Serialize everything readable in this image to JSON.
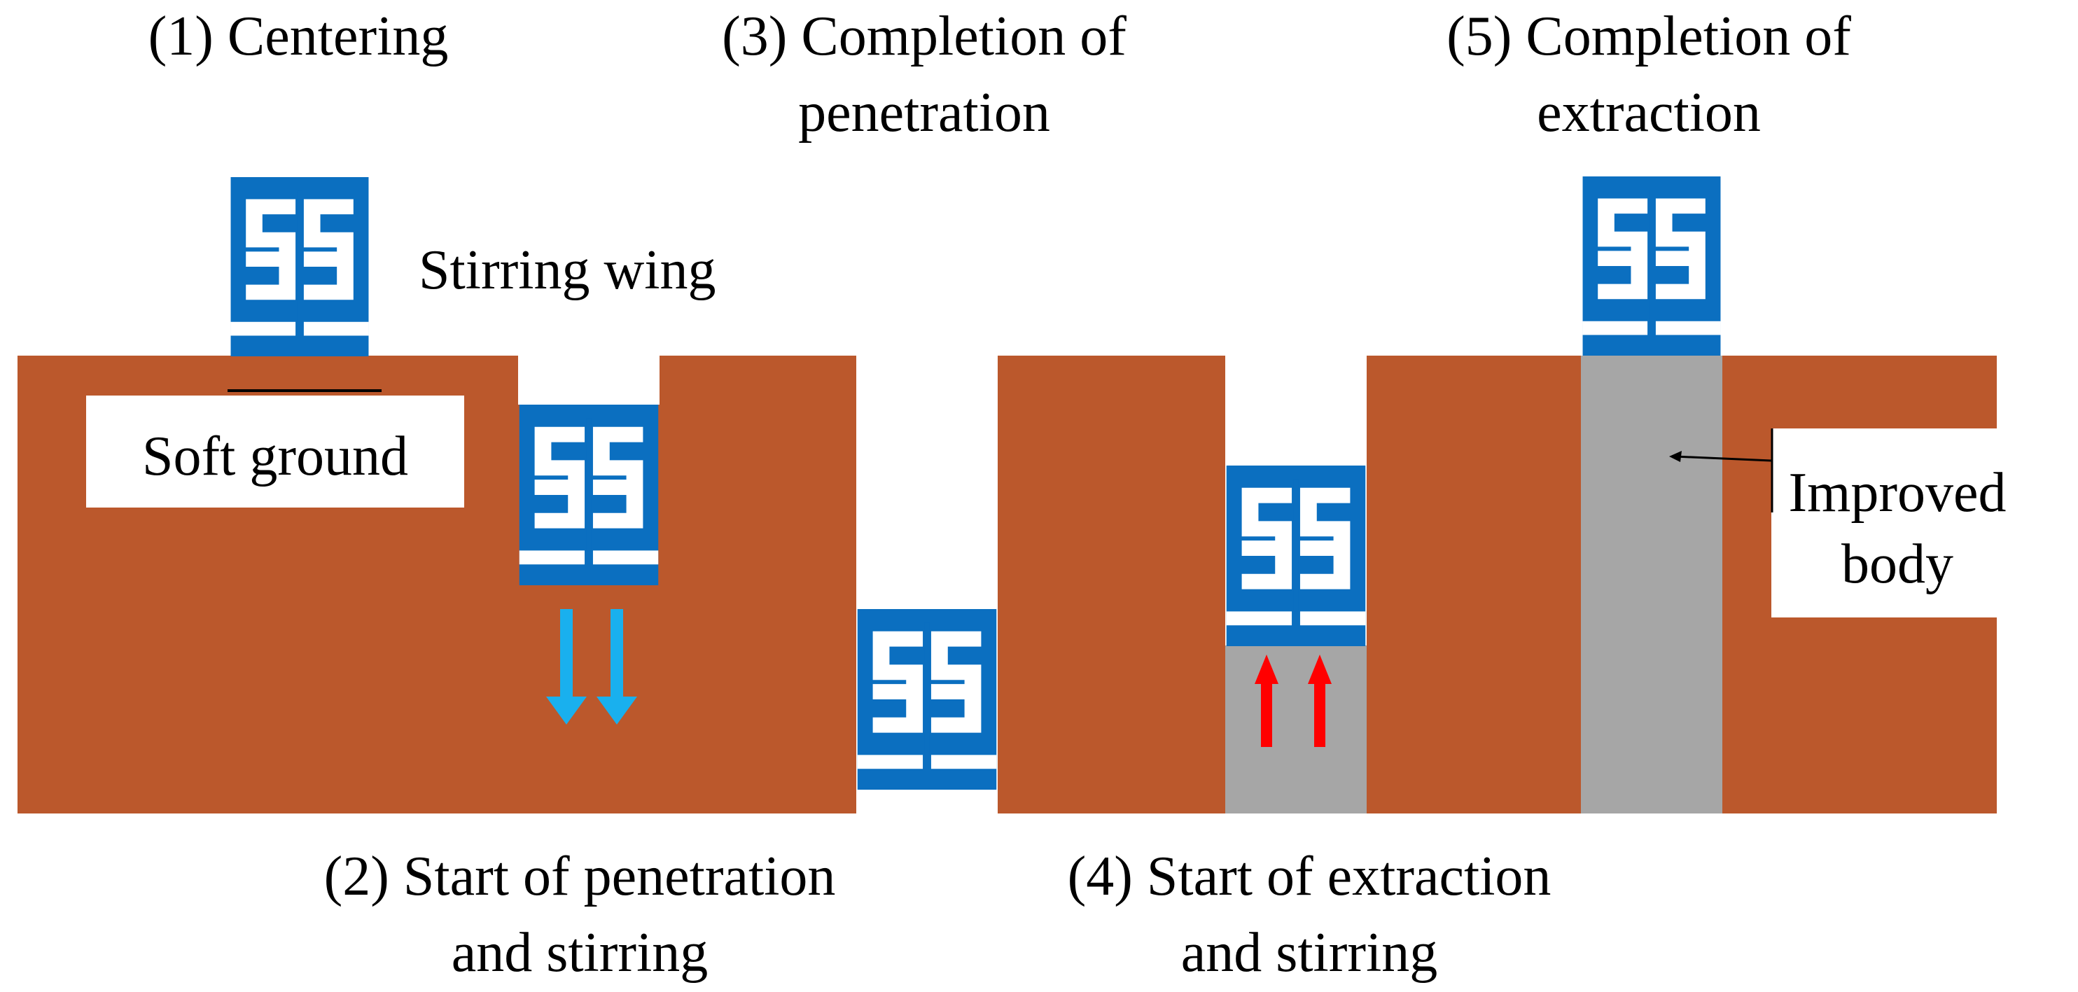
{
  "colors": {
    "soil": "#bb582c",
    "improved": "#a6a6a6",
    "wing_blue": "#0b6fc0",
    "arrow_down": "#19b0ee",
    "arrow_up": "#ff0000",
    "background": "#ffffff"
  },
  "steps": {
    "s1": {
      "line1": "(1) Centering"
    },
    "s2": {
      "line1": "(2) Start of penetration",
      "line2": "and stirring"
    },
    "s3": {
      "line1": "(3) Completion of",
      "line2": "penetration"
    },
    "s4": {
      "line1": "(4) Start of extraction",
      "line2": "and stirring"
    },
    "s5": {
      "line1": "(5) Completion of",
      "line2": "extraction"
    }
  },
  "labels": {
    "stirring_wing": "Stirring wing",
    "soft_ground": "Soft ground",
    "improved_body_line1": "Improved",
    "improved_body_line2": "body"
  },
  "icons": {
    "wing": "stirring-wing-icon",
    "down": "down-arrow-icon",
    "up": "up-arrow-icon"
  }
}
